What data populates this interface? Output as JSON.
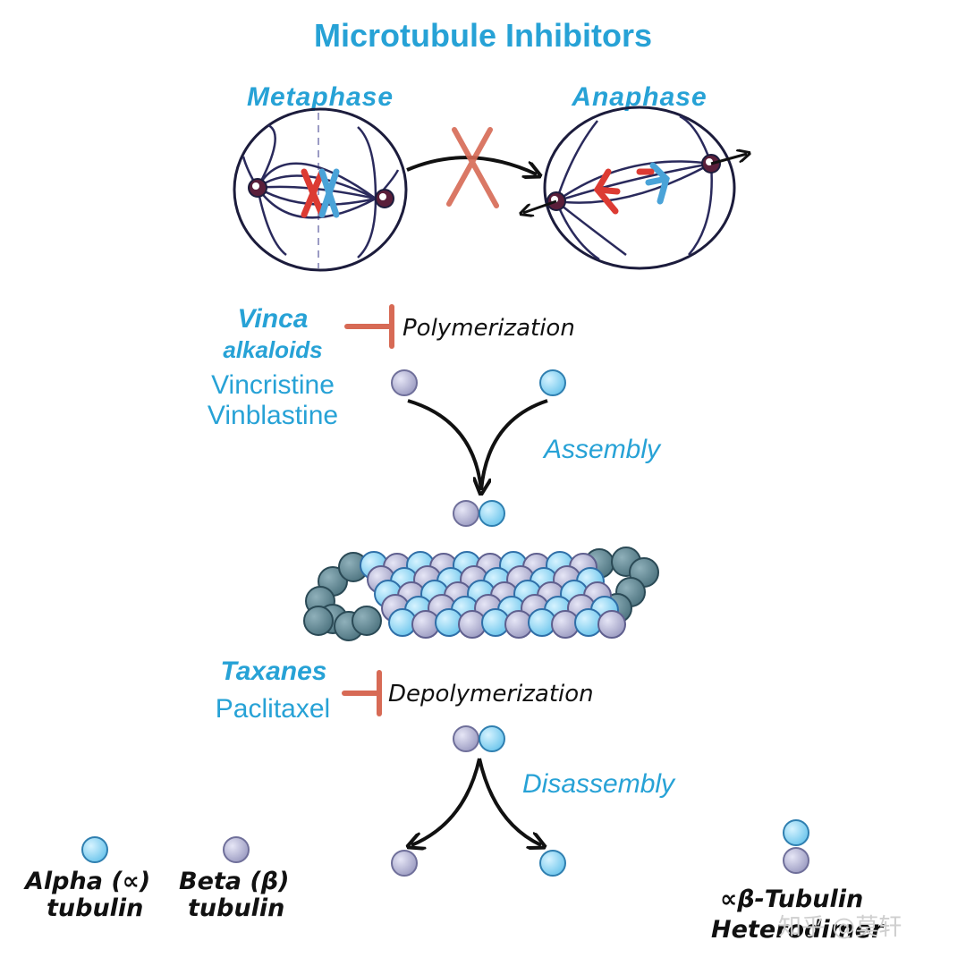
{
  "title": "Microtubule Inhibitors",
  "phases": {
    "metaphase": "Metaphase",
    "anaphase": "Anaphase"
  },
  "vinca": {
    "class_line1": "Vinca",
    "class_line2": "alkaloids",
    "drugs": [
      "Vincristine",
      "Vinblastine"
    ],
    "inhibits": "Polymerization"
  },
  "assembly_label": "Assembly",
  "taxanes": {
    "class": "Taxanes",
    "drugs": [
      "Paclitaxel"
    ],
    "inhibits": "Depolymerization"
  },
  "disassembly_label": "Disassembly",
  "legend": {
    "alpha_line1": "Alpha (∝)",
    "alpha_line2": "tubulin",
    "beta_line1": "Beta (β)",
    "beta_line2": "tubulin",
    "dimer_line1": "∝β-Tubulin",
    "dimer_line2": "Heterodimer"
  },
  "watermark": "知乎 @莫轩",
  "colors": {
    "accent": "#27a2d6",
    "alpha_tubulin": "#a9a9cc",
    "beta_tubulin": "#8fd4f0",
    "inhibit_bar": "#d76a55",
    "chromosome_red": "#dc3b33",
    "chromosome_blue": "#4aa3d8",
    "cell_outline": "#1c1c3c"
  }
}
